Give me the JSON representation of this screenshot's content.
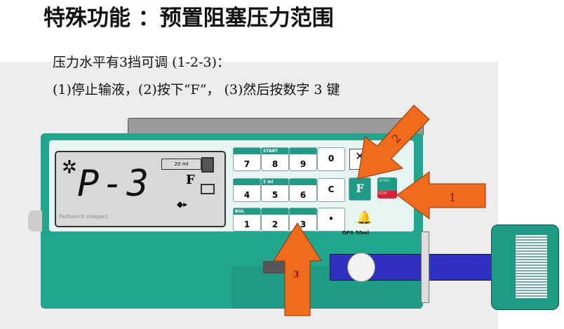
{
  "title": "特殊功能 ：预置阻塞压力范围",
  "lines": [
    "压力水平有3挡可调 (1-2-3)：",
    "(1)停止输液，(2)按下“F“， (3)然后按数字 3 键"
  ],
  "device": {
    "display": "P-3",
    "display_f": "F",
    "syringe_label": "20 ml",
    "brand": "Perfusor® compact",
    "keys": [
      "7",
      "8",
      "9",
      "0",
      "4",
      "5",
      "6",
      "C",
      "1",
      "2",
      "3",
      "•"
    ],
    "key_captions": [
      "",
      "START",
      "",
      "",
      "",
      "Σ ml",
      "",
      "",
      "BOL",
      "",
      "",
      ""
    ],
    "f_key": "F",
    "start_label": "START",
    "stop_label": "STOP",
    "ops_label": "OPS 50ml"
  },
  "arrows": [
    "1",
    "2",
    "3"
  ],
  "colors": {
    "device": "#22a58e",
    "arrow": "#f06a1c"
  }
}
